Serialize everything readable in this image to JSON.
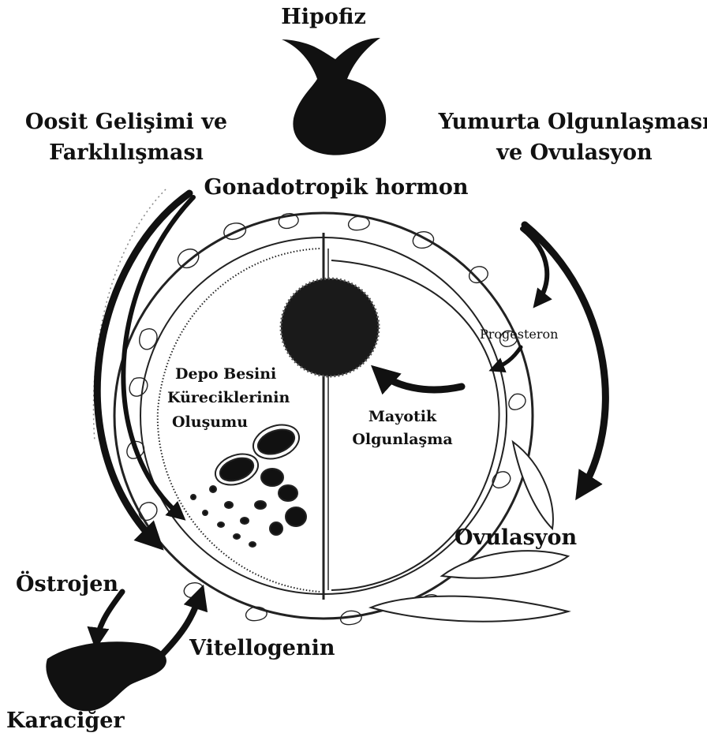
{
  "labels": {
    "pituitary": "Hipofiz",
    "oocyte_dev_1": "Oosit Gelişimi ve",
    "oocyte_dev_2": "Farklılışması",
    "egg_maturation_1": "Yumurta Olgunlaşması",
    "egg_maturation_2": "ve Ovulasyon",
    "gonadotropic": "Gonadotropik hormon",
    "progesterone": "Progesteron",
    "yolk_1": "Depo Besini",
    "yolk_2": "Küreciklerinin",
    "yolk_3": "Oluşumu",
    "meiotic_1": "Mayotik",
    "meiotic_2": "Olgunlaşma",
    "ovulation": "Ovulasyon",
    "estrogen": "Östrojen",
    "vitellogenin": "Vitellogenin",
    "liver": "Karaciğer"
  },
  "colors": {
    "ink": "#111111",
    "background": "#ffffff"
  }
}
